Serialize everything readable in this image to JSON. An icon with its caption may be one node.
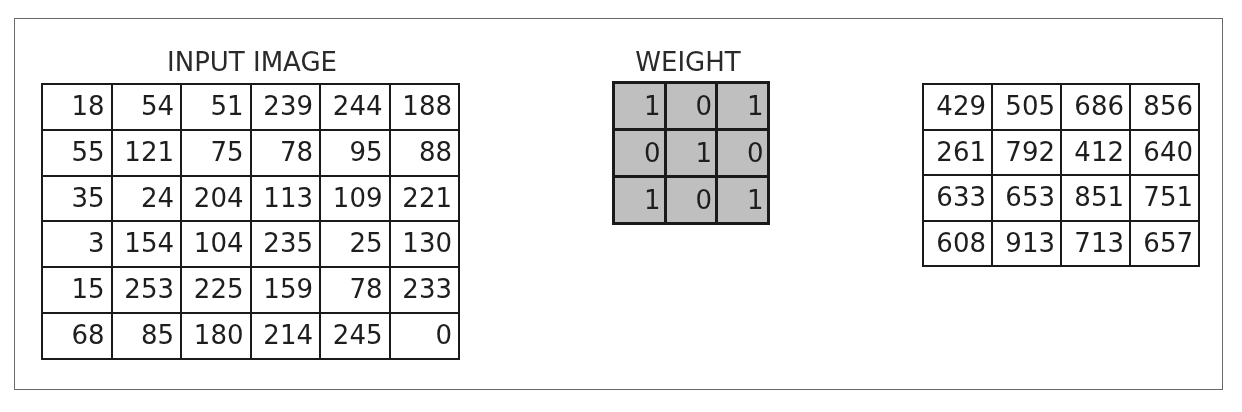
{
  "diagram": {
    "labels": [
      "INPUT IMAGE",
      "18",
      "54",
      "51",
      "239",
      "244",
      "188",
      "55",
      "121",
      "75",
      "78",
      "95",
      "88",
      "35",
      "24",
      "204",
      "113",
      "109",
      "221",
      "3",
      "154",
      "104",
      "235",
      "25",
      "130",
      "15",
      "253",
      "225",
      "159",
      "78",
      "233",
      "68",
      "85",
      "180",
      "214",
      "245",
      "0",
      "WEIGHT",
      "1",
      "0",
      "1",
      "0",
      "1",
      "0",
      "1",
      "0",
      "1",
      "429",
      "505",
      "686",
      "856",
      "261",
      "792",
      "412",
      "640",
      "633",
      "653",
      "851",
      "751",
      "608",
      "913",
      "713",
      "657"
    ]
  }
}
